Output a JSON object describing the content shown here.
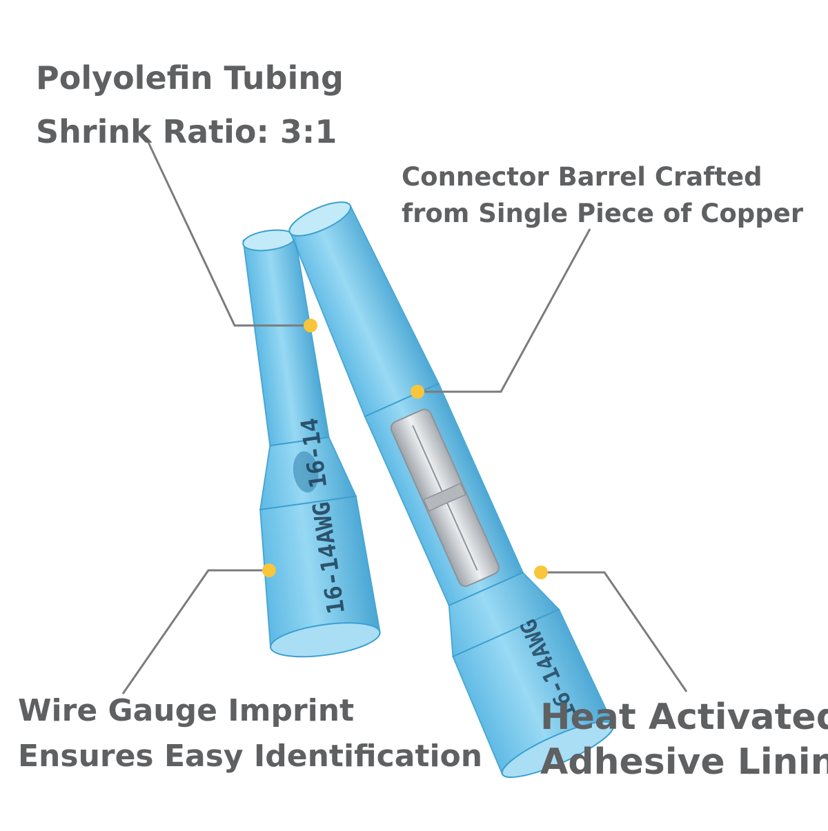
{
  "callouts": {
    "tubing": {
      "line1": "Polyolefin Tubing",
      "line2": "Shrink Ratio: 3:1"
    },
    "barrel": {
      "line1": "Connector Barrel Crafted",
      "line2": "from Single Piece of Copper"
    },
    "gauge": {
      "line1": "Wire Gauge Imprint",
      "line2": "Ensures Easy Identification"
    },
    "adhesive": {
      "line1": "Heat Activated",
      "line2": "Adhesive Lining"
    }
  },
  "imprints": {
    "left_tube": "16-14AWG 16-14",
    "right_tube": "16-14AWG"
  },
  "colors": {
    "text": "#5f6062",
    "leader": "#7a7b7d",
    "dot": "#f8c53b",
    "tube": "#6ec6ec",
    "tube_dark": "#3a9fd0",
    "copper": "#c9ccd0"
  }
}
